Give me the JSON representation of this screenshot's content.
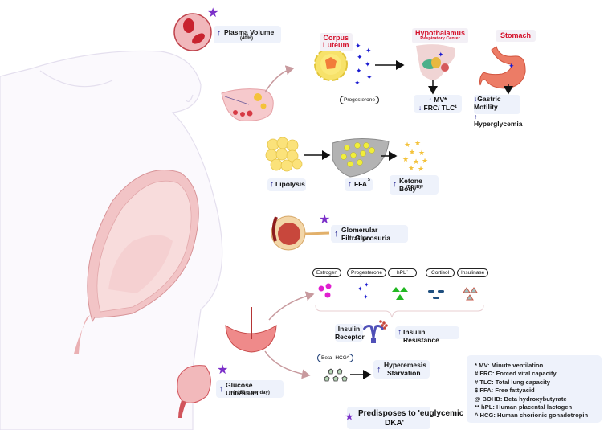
{
  "plasma": {
    "label": "Plasma Volume",
    "sub": "(40%)",
    "direction": "up",
    "starred": true
  },
  "corpus_luteum": {
    "title_line1": "Corpus",
    "title_line2": "Luteum",
    "hormone_pill": "Progesterone"
  },
  "hypothalamus": {
    "title": "Hypothalamus",
    "subtitle": "Respiratory Center",
    "effect_up": "MV*",
    "effect_down": "FRC/ TLC¹"
  },
  "stomach": {
    "title": "Stomach",
    "effect_down": "Gastric Motility",
    "effect_up": "Hyperglycemia"
  },
  "metabolism": {
    "lipolysis": "Lipolysis",
    "ffa": "FFA",
    "ffa_sup": "$",
    "ketone": "Ketone Body",
    "ketone_sub": "(BOHB)",
    "ketone_sup": "@"
  },
  "kidney": {
    "line1": "Glomerular Filtration",
    "line2": "Glycosuria",
    "direction": "up",
    "starred": true
  },
  "placenta_hormones": {
    "pills": [
      "Estrogen",
      "Progesterone",
      "hPL¨",
      "Cortisol",
      "Insulinase"
    ],
    "colors": [
      "#e020d0",
      "#1a1ad0",
      "#22b822",
      "#1f4f7f",
      "#c85a4a"
    ]
  },
  "insulin": {
    "receptor_line1": "Insulin",
    "receptor_line2": "Receptor",
    "resistance": "Insulin Resistance"
  },
  "hcg": {
    "pill": "Beta- HCG^",
    "line1": "Hyperemesis",
    "line2": "Starvation"
  },
  "fetus": {
    "label": "Glucose Utilization",
    "sub": "(~150 g per day)",
    "starred": true
  },
  "conclusion": {
    "line1": "Predisposes to 'euglycemic",
    "line2": "DKA'"
  },
  "legend": [
    "* MV: Minute ventilation",
    "# FRC: Forced vital capacity",
    "# TLC: Total lung capacity",
    "$ FFA: Free fattyacid",
    "@ BOHB: Beta hydroxybutyrate",
    "** hPL: Human placental lactogen",
    "^ HCG: Human chorionic gonadotropin"
  ],
  "arrows": {
    "up": "↑",
    "down": "↓"
  },
  "star_glyph": "★",
  "colors": {
    "accent_red": "#d4102a",
    "star_purple": "#7b2fc9",
    "arrow_blue": "#1f1f8f",
    "box_bg": "#eef2fb"
  }
}
